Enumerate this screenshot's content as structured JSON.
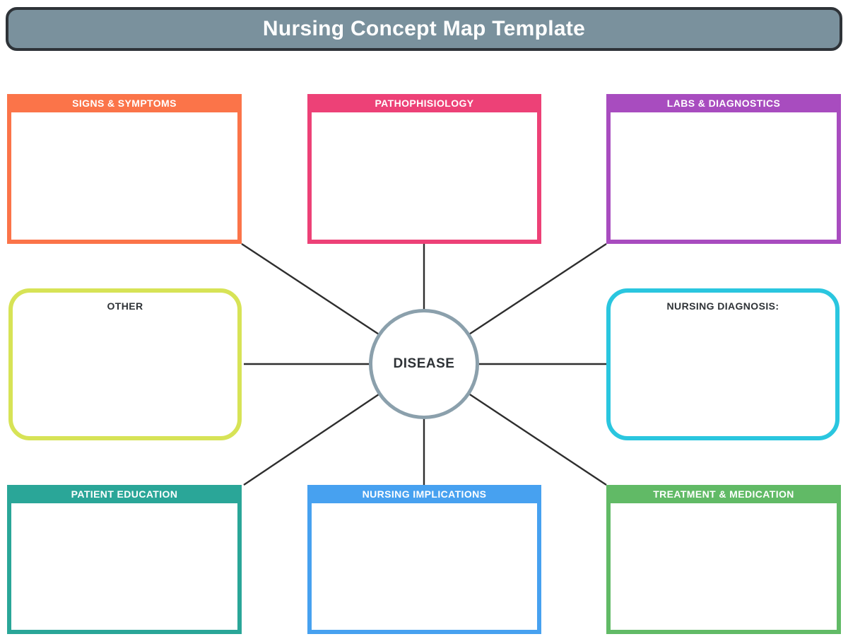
{
  "title": "Nursing Concept Map Template",
  "center": {
    "label": "DISEASE"
  },
  "boxes": {
    "signs": {
      "label": "SIGNS & SYMPTOMS",
      "color": "#FB7449"
    },
    "patho": {
      "label": "PATHOPHISIOLOGY",
      "color": "#ED4177"
    },
    "labs": {
      "label": "LABS & DIAGNOSTICS",
      "color": "#A84CBF"
    },
    "other": {
      "label": "OTHER",
      "color": "#D7E356"
    },
    "diagnosis": {
      "label": "NURSING DIAGNOSIS:",
      "color": "#2AC6DF"
    },
    "education": {
      "label": "PATIENT EDUCATION",
      "color": "#2AA698"
    },
    "implications": {
      "label": "NURSING IMPLICATIONS",
      "color": "#47A1F0"
    },
    "treatment": {
      "label": "TREATMENT & MEDICATION",
      "color": "#61BA66"
    }
  },
  "colors": {
    "banner_bg": "#7A919D",
    "banner_border": "#2E3338",
    "connector_line": "#2E2E2E",
    "circle_border": "#8BA0AC",
    "header_text": "#FFFFFF",
    "dark_text": "#2F3337"
  }
}
